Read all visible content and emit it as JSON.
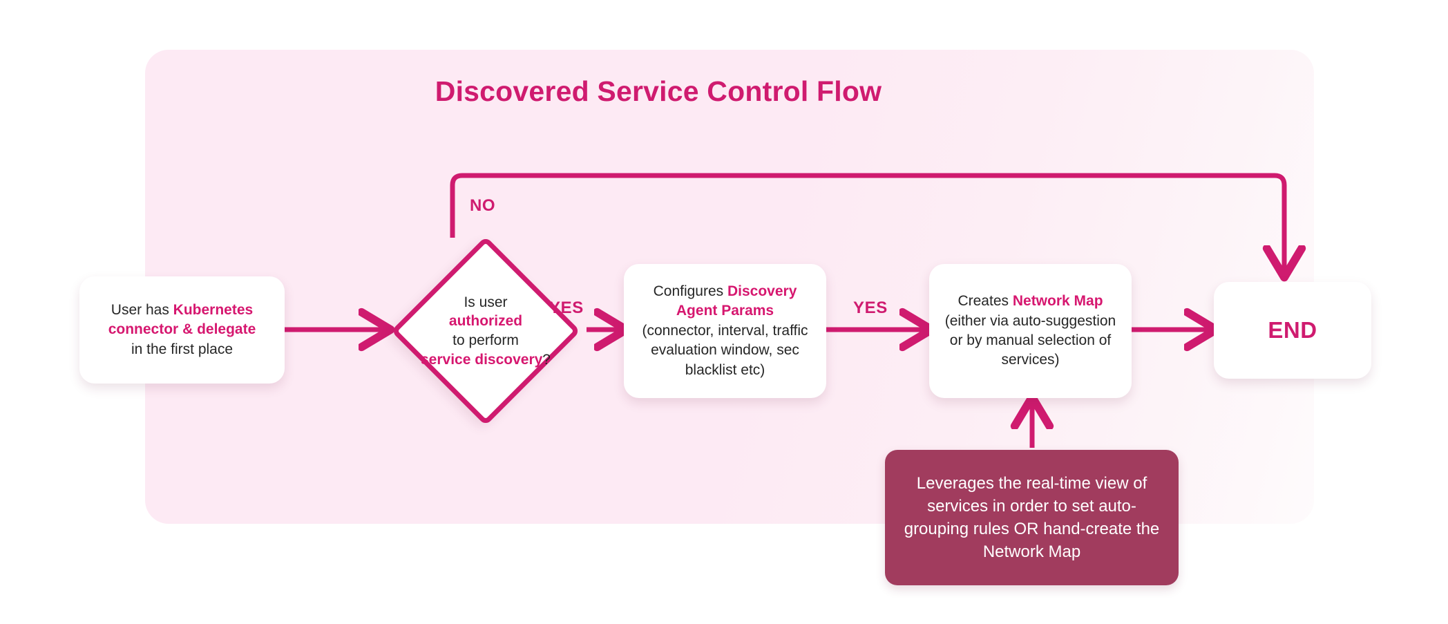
{
  "diagram": {
    "title": "Discovered Service Control Flow",
    "colors": {
      "accent": "#cf1b6f",
      "accent_text": "#d6176f",
      "panel_bg": "#fdeaf4",
      "node_bg": "#ffffff",
      "note_bg": "#a13c5e",
      "note_text": "#ffffff",
      "body_text": "#262626"
    },
    "nodes": {
      "user": {
        "type": "process",
        "lines": [
          {
            "text": "User has ",
            "emphasis": false
          },
          {
            "text": "Kubernetes",
            "emphasis": true
          },
          {
            "text": "connector & delegate",
            "emphasis": true
          },
          {
            "text": "in the first place",
            "emphasis": false
          }
        ],
        "plain_text": "User has Kubernetes connector & delegate in the first place"
      },
      "decision": {
        "type": "decision",
        "plain_text": "Is user authorized to perform service discovery?",
        "lines": [
          {
            "text": "Is user",
            "emphasis": false
          },
          {
            "text": "authorized",
            "emphasis": true
          },
          {
            "text": "to perform",
            "emphasis": false
          },
          {
            "text": "service discovery",
            "emphasis": true
          },
          {
            "text": "?",
            "emphasis": false
          }
        ]
      },
      "configure": {
        "type": "process",
        "plain_text": "Configures Discovery Agent Params (connector, interval, traffic evaluation window, sec blacklist etc)",
        "lead": "Configures ",
        "emphasis": "Discovery Agent Params",
        "detail": "(connector, interval, traffic evaluation window, sec blacklist etc)"
      },
      "netmap": {
        "type": "process",
        "plain_text": "Creates Network Map (either via auto-suggestion or by manual selection of services)",
        "lead": "Creates ",
        "emphasis": "Network Map",
        "detail": "(either via auto-suggestion or by manual selection of services)"
      },
      "end": {
        "type": "terminator",
        "label": "END"
      },
      "note": {
        "type": "note",
        "text": "Leverages the real-time view of services in order to set auto-grouping rules OR hand-create the Network Map"
      }
    },
    "edges": [
      {
        "id": "user-to-decision",
        "from": "user",
        "to": "decision",
        "label": ""
      },
      {
        "id": "decision-no-to-end",
        "from": "decision",
        "to": "end",
        "label": "NO"
      },
      {
        "id": "decision-yes-to-configure",
        "from": "decision",
        "to": "configure",
        "label": "YES"
      },
      {
        "id": "configure-to-netmap",
        "from": "configure",
        "to": "netmap",
        "label": "YES"
      },
      {
        "id": "netmap-to-end",
        "from": "netmap",
        "to": "end",
        "label": ""
      },
      {
        "id": "note-to-netmap",
        "from": "note",
        "to": "netmap",
        "label": ""
      }
    ],
    "labels": {
      "no": "NO",
      "yes_1": "YES",
      "yes_2": "YES"
    }
  }
}
